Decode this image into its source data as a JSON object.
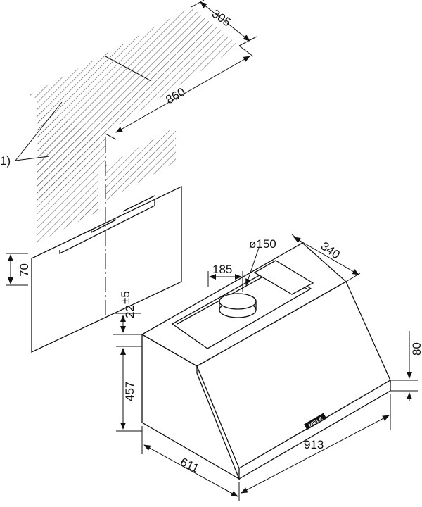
{
  "labels": {
    "cabinet_depth": "305",
    "cabinet_width": "860",
    "cabinet_note": "1)",
    "chimney_offset": "70",
    "gap_height": "22",
    "gap_tolerance": "±5",
    "duct_offset": "185",
    "duct_diameter": "ø150",
    "top_depth": "340",
    "front_height": "80",
    "hood_height": "457",
    "hood_depth": "611",
    "hood_width": "913",
    "brand": "MIELE"
  }
}
